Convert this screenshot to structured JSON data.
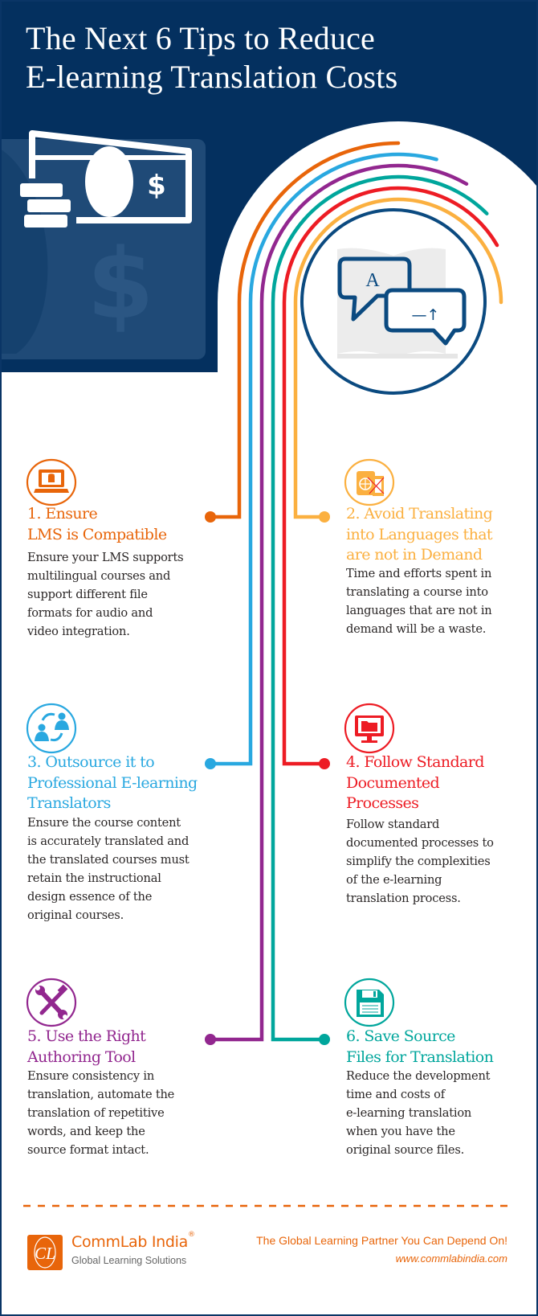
{
  "header": {
    "title_lines": [
      "The Next 6 Tips to Reduce",
      "E-learning Translation Costs"
    ]
  },
  "hero": {
    "money_icon": "money-bill-coins-icon",
    "translation_icon": "translation-speech-bubbles-icon",
    "bubble_letter": "A",
    "bubble_symbol": "—↑"
  },
  "colors": {
    "navy": "#04305f",
    "tip1": "#e8650a",
    "tip2": "#fbb040",
    "tip3": "#29a8e0",
    "tip4": "#ed1c24",
    "tip5": "#92278f",
    "tip6": "#00a69c"
  },
  "tips": [
    {
      "icon": "laptop-database-icon",
      "title": [
        "1. Ensure",
        "LMS is Compatible"
      ],
      "body": [
        "Ensure your LMS supports",
        "multilingual courses and",
        "support different file",
        "formats for audio and",
        "video integration."
      ]
    },
    {
      "icon": "passport-globe-icon",
      "title": [
        "2. Avoid Translating",
        "into Languages that",
        "are not in Demand"
      ],
      "body": [
        "Time and efforts spent in",
        "translating a course into",
        "languages that are not in",
        "demand will be a waste."
      ]
    },
    {
      "icon": "people-exchange-icon",
      "title": [
        "3. Outsource it to",
        "Professional E-learning",
        "Translators"
      ],
      "body": [
        "Ensure the course content",
        "is accurately translated and",
        "the translated courses must",
        "retain the instructional",
        "design essence of the",
        "original courses."
      ]
    },
    {
      "icon": "monitor-folder-icon",
      "title": [
        "4. Follow Standard",
        "Documented",
        "Processes"
      ],
      "body": [
        "Follow standard",
        "documented processes to",
        "simplify the complexities",
        "of the e-learning",
        "translation process."
      ]
    },
    {
      "icon": "wrench-screwdriver-icon",
      "title": [
        "5. Use the Right",
        "Authoring Tool"
      ],
      "body": [
        "Ensure consistency in",
        "translation, automate the",
        "translation of repetitive",
        "words, and keep the",
        "source format intact."
      ]
    },
    {
      "icon": "floppy-disk-icon",
      "title": [
        "6. Save Source",
        "Files for Translation"
      ],
      "body": [
        "Reduce the development",
        "time and costs of",
        "e-learning translation",
        "when you have the",
        "original source files."
      ]
    }
  ],
  "footer": {
    "logo_letters": "CL",
    "brand": "CommLab India",
    "registered": "®",
    "brand_sub": "Global Learning Solutions",
    "tagline": "The Global Learning Partner You Can Depend On!",
    "url": "www.commlabindia.com"
  }
}
